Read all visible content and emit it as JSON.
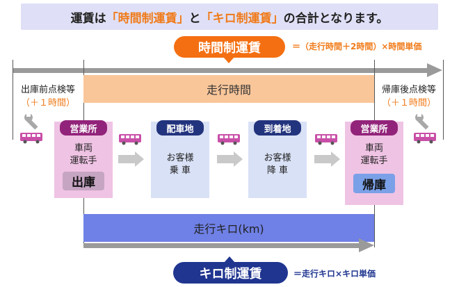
{
  "header": {
    "part1": "運賃は",
    "time_fare": "「時間制運賃」",
    "conj": "と",
    "distance_fare": "「キロ制運賃」",
    "part2": "の合計となります。"
  },
  "time_fare": {
    "badge": "時間制運賃",
    "formula": "＝（走行時間＋2時間）×時間単価"
  },
  "running_time_label": "走行時間",
  "pre_inspection": {
    "label": "出庫前点検等",
    "paren": "（＋１時間）"
  },
  "post_inspection": {
    "label": "帰庫後点検等",
    "paren": "（＋１時間）"
  },
  "stages": {
    "office_start": {
      "pill": "営業所",
      "line1": "車両",
      "line2": "運転手",
      "tag": "出庫"
    },
    "dispatch": {
      "pill": "配車地",
      "line1": "お客様",
      "line2": "乗 車"
    },
    "arrival": {
      "pill": "到着地",
      "line1": "お客様",
      "line2": "降 車"
    },
    "office_end": {
      "pill": "営業所",
      "line1": "車両",
      "line2": "運転手",
      "tag": "帰庫"
    }
  },
  "distance_label": "走行キロ(km)",
  "distance_fare": {
    "badge": "キロ制運賃",
    "formula": "＝走行キロ×キロ単価"
  },
  "colors": {
    "orange": "#f36f12",
    "navy": "#1f3590",
    "pink": "#efc3e4",
    "light_blue": "#d9e1f6",
    "bus": "#c94fa8"
  },
  "icons": {
    "bus": "bus-icon",
    "wrench": "wrench-icon",
    "arrow": "arrow-right-icon"
  }
}
